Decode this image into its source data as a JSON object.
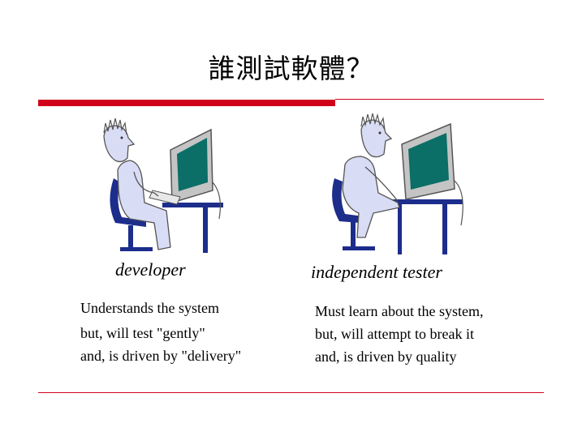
{
  "slide": {
    "title": "誰測試軟體？",
    "accent_color": "#d0021b",
    "rule_color": "#d0021b"
  },
  "developer": {
    "label": "developer",
    "lines": [
      "Understands the system",
      "but, will test \"gently\"",
      "and, is driven by \"delivery\""
    ]
  },
  "tester": {
    "label": "independent tester",
    "lines": [
      "Must learn about the system,",
      "but, will attempt to break it",
      "and, is driven by quality"
    ]
  },
  "colors": {
    "figure_skin": "#d8dcf4",
    "chair_blue": "#1c2d8c",
    "monitor_gray": "#c4c4c4",
    "screen_teal": "#0b6e67"
  }
}
